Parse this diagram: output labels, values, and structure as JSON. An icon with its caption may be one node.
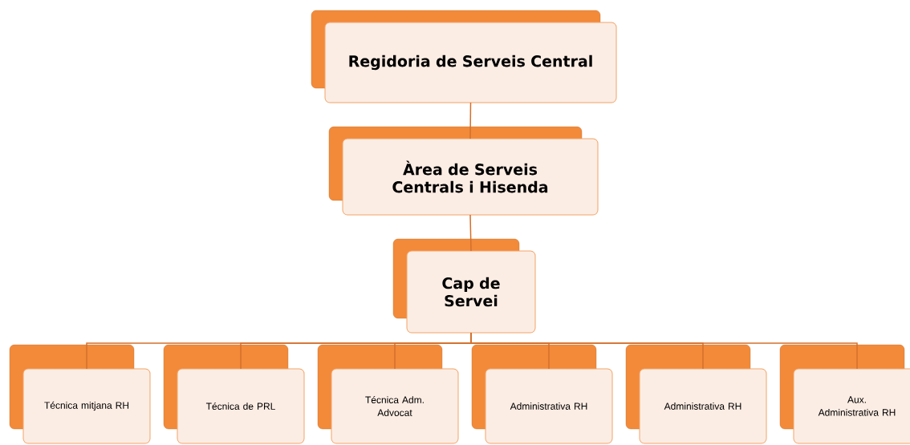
{
  "diagram": {
    "nodes": [
      {
        "text": [
          "Regidoria de Serveis Central"
        ]
      },
      {
        "text": [
          "Àrea de Serveis Centrals i Hisenda"
        ]
      },
      {
        "text": [
          "Cap de Servei"
        ]
      },
      {
        "text": [
          "Técnica mitjana RH"
        ]
      },
      {
        "text": [
          "Técnica de PRL"
        ]
      },
      {
        "text": [
          "Técnica Adm. Advocat"
        ]
      },
      {
        "text": [
          "Administrativa RH"
        ]
      },
      {
        "text": [
          "Administrativa RH"
        ]
      },
      {
        "text": [
          "Aux. Administrativa RH"
        ]
      }
    ],
    "edges": [
      {
        "from": 0,
        "to": 1,
        "arrow": "none"
      },
      {
        "from": 1,
        "to": 2,
        "arrow": "none"
      },
      {
        "from": 2,
        "to": 3,
        "arrow": "none"
      },
      {
        "from": 2,
        "to": 4,
        "arrow": "none"
      },
      {
        "from": 2,
        "to": 5,
        "arrow": "none"
      },
      {
        "from": 2,
        "to": 6,
        "arrow": "none"
      },
      {
        "from": 2,
        "to": 7,
        "arrow": "none"
      },
      {
        "from": 2,
        "to": 8,
        "arrow": "none"
      }
    ]
  }
}
